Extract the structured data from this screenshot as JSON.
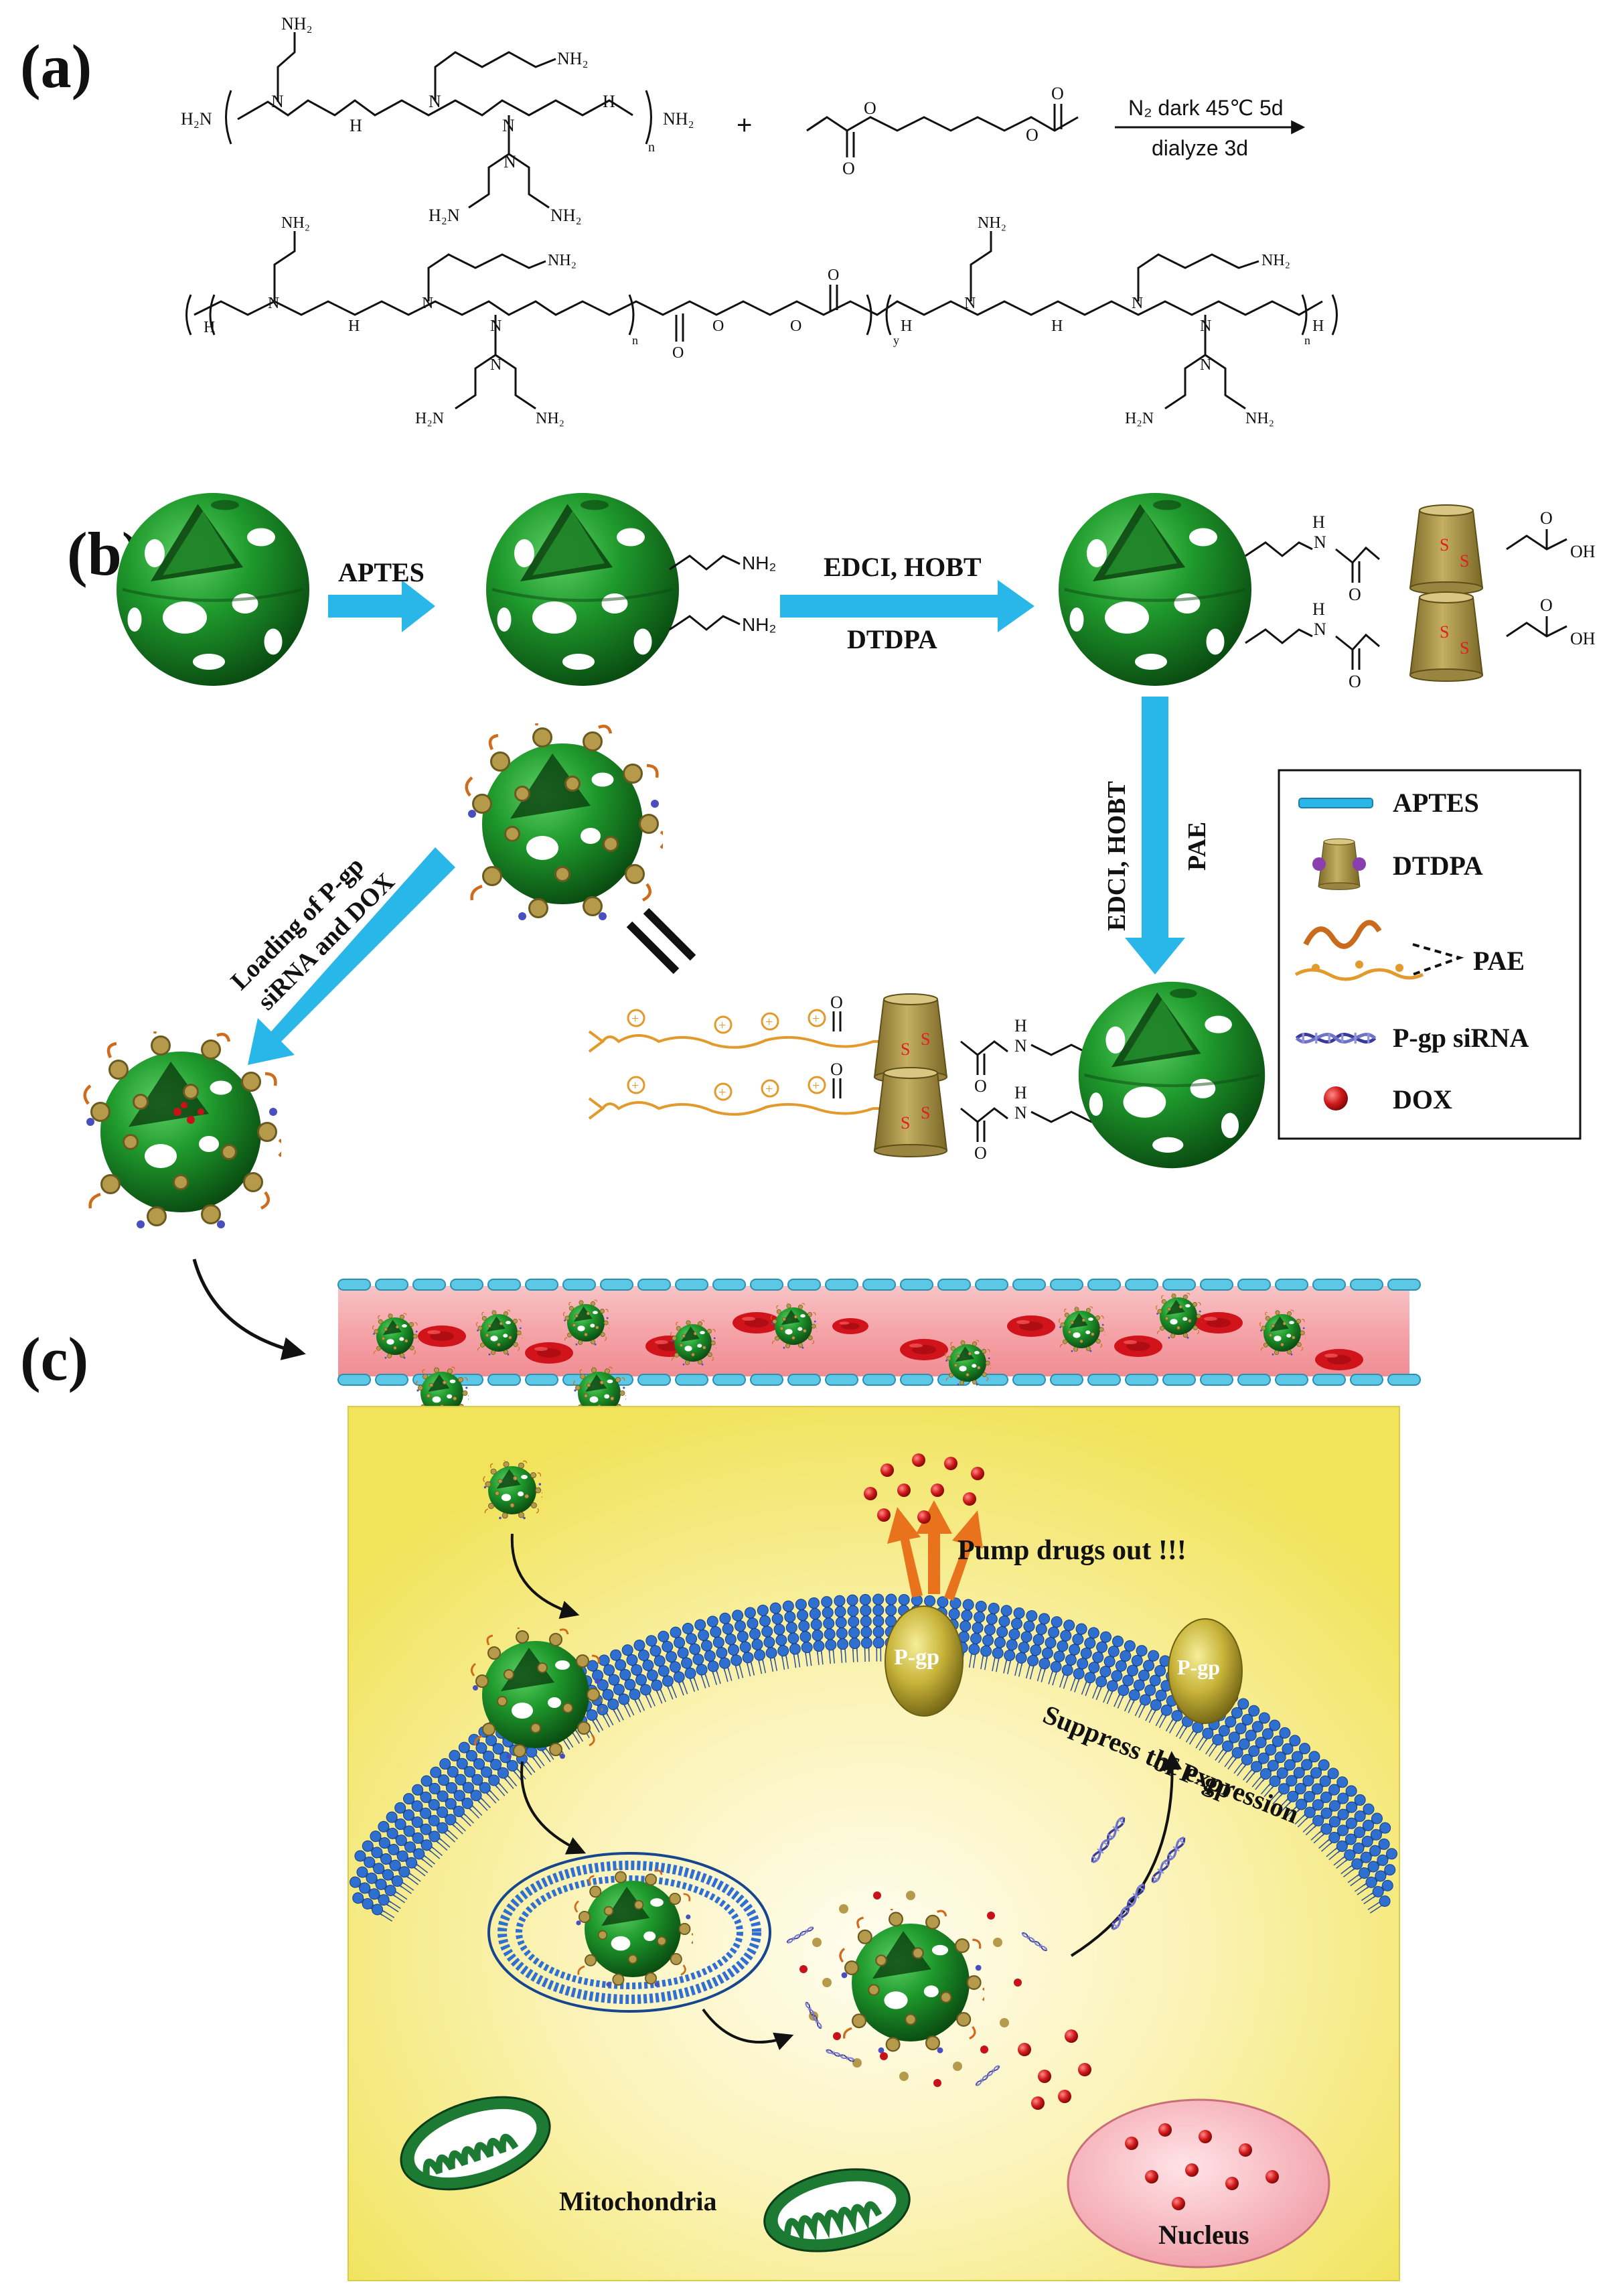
{
  "panels": {
    "a": {
      "label": "(a)",
      "conditions_line1": "N₂ dark  45℃  5d",
      "conditions_line2": "dialyze  3d",
      "plus": "+",
      "chem": {
        "nh2": "NH₂",
        "h2n": "H₂N",
        "n": "N",
        "h": "H",
        "o": "O",
        "sub_n": "n",
        "sub_y": "y"
      }
    },
    "b": {
      "label": "(b)",
      "step1": "APTES",
      "step2_top": "EDCI, HOBT",
      "step2_bottom": "DTDPA",
      "step3_left": "EDCI, HOBT",
      "step3_right": "PAE",
      "step4_line1": "Loading of P-gp",
      "step4_line2": "siRNA and DOX",
      "oh": "OH",
      "nh2": "NH₂",
      "h": "H",
      "n": "N",
      "o": "O",
      "s": "S",
      "plus_sign": "+",
      "legend": [
        {
          "label": "APTES",
          "icon": "cyan-bar-icon"
        },
        {
          "label": "DTDPA",
          "icon": "cone-icon"
        },
        {
          "label": "PAE",
          "icon": "polymer-chain-icon"
        },
        {
          "label": "P-gp siRNA",
          "icon": "dna-helix-icon"
        },
        {
          "label": "DOX",
          "icon": "red-sphere-icon"
        }
      ]
    },
    "c": {
      "label": "(c)",
      "pump": "Pump drugs out !!!",
      "pgp": "P-gp",
      "suppress_line1": "Suppress the expression",
      "suppress_line2": "of P-gp",
      "mitochondria": "Mitochondria",
      "nucleus": "Nucleus"
    }
  },
  "colors": {
    "arrow_cyan": "#29b6e8",
    "sphere_green": "#1f8a2a",
    "cone_tan": "#a8944c",
    "membrane_blue": "#2f6fd0",
    "vessel_pink": "#f3a3a8",
    "cell_yellow": "#f6ec6a",
    "dox_red": "#c8121b",
    "nucleus_pink": "#f4a8b0",
    "mito_green": "#1c7a33",
    "pgp_gold": "#c6b23a"
  }
}
